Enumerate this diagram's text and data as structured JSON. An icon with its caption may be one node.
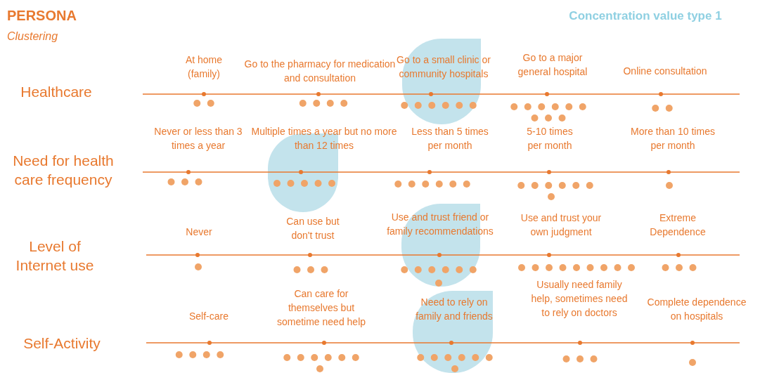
{
  "diagram": {
    "title": "PERSONA",
    "labels": [
      "Clustering",
      "Concentration value type 1",
      "Healthcare",
      "At home (family)",
      "Go to the pharmacy for medication and consultation",
      "Go to a small clinic or community hospitals",
      "Go to a major general hospital",
      "Online consultation",
      "Need for health care frequency",
      "Never or less than 3 times a year",
      "Multiple times a year but no more than 12 times",
      "Less than 5 times per month",
      "5-10 times per month",
      "More than 10 times per month",
      "Level of Internet use",
      "Never",
      "Can use but don't trust",
      "Use and trust friend or family recommendations",
      "Use and trust your own judgment",
      "Extreme Dependence",
      "Self-Activity",
      "Self-care",
      "Can care for themselves but sometime need help",
      "Need to rely on family and friends",
      "Usually need family help, sometimes need to rely on doctors",
      "Complete dependence on hospitals"
    ]
  }
}
